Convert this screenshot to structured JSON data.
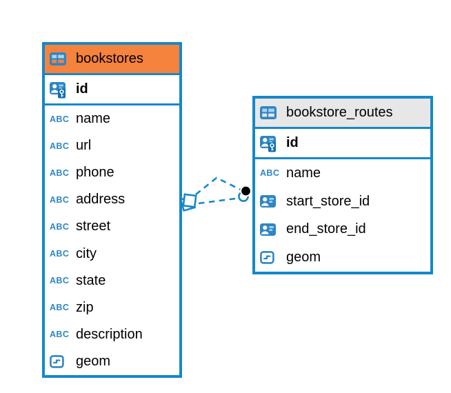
{
  "diagram": {
    "colors": {
      "accent_blue": "#1787c9",
      "icon_blue": "#2e86c4",
      "icon_light_blue": "#a9d4ef",
      "bookstores_header": "#f5823d",
      "routes_header": "#e7e7e7",
      "text": "#000000",
      "relationship_dot": "#000000"
    },
    "icons": {
      "text_type_label": "ABC"
    },
    "tables": [
      {
        "name": "bookstores",
        "header_style": "orange",
        "primary_key": {
          "name": "id",
          "icon": "person-key-icon"
        },
        "columns": [
          {
            "name": "name",
            "icon": "text-abc-icon"
          },
          {
            "name": "url",
            "icon": "text-abc-icon"
          },
          {
            "name": "phone",
            "icon": "text-abc-icon"
          },
          {
            "name": "address",
            "icon": "text-abc-icon"
          },
          {
            "name": "street",
            "icon": "text-abc-icon"
          },
          {
            "name": "city",
            "icon": "text-abc-icon"
          },
          {
            "name": "state",
            "icon": "text-abc-icon"
          },
          {
            "name": "zip",
            "icon": "text-abc-icon"
          },
          {
            "name": "description",
            "icon": "text-abc-icon"
          },
          {
            "name": "geom",
            "icon": "geometry-icon"
          }
        ]
      },
      {
        "name": "bookstore_routes",
        "header_style": "gray",
        "primary_key": {
          "name": "id",
          "icon": "person-key-icon"
        },
        "columns": [
          {
            "name": "name",
            "icon": "text-abc-icon"
          },
          {
            "name": "start_store_id",
            "icon": "person-card-icon"
          },
          {
            "name": "end_store_id",
            "icon": "person-card-icon"
          },
          {
            "name": "geom",
            "icon": "geometry-icon"
          }
        ]
      }
    ],
    "relationships": {
      "between": [
        "bookstores",
        "bookstore_routes"
      ],
      "count": 2,
      "line_style": "dashed",
      "left_end_marker": "double-diamond",
      "right_end_marker": "filled-dot"
    }
  }
}
